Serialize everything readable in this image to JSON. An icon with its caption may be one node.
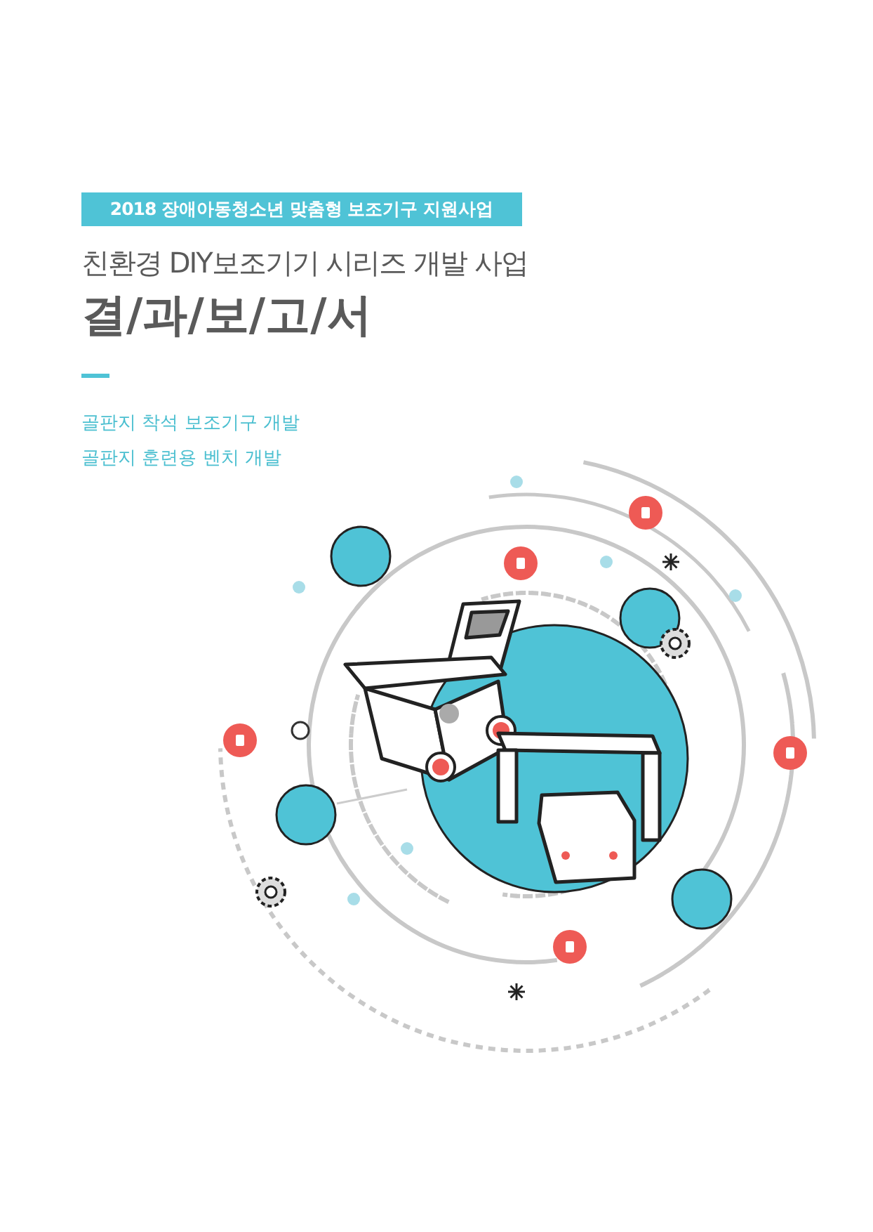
{
  "diagram": {
    "title": "결/과/보/고/서",
    "nodes": [
      {
        "text": [
          "2018 장애아동청소년 맞춤형 보조기구 지원사업"
        ]
      }
    ],
    "labels": [
      "친환경 DIY보조기기 시리즈 개발 사업",
      "골판지 착석 보조기구 개발",
      "골판지 훈련용 벤치 개발"
    ]
  }
}
